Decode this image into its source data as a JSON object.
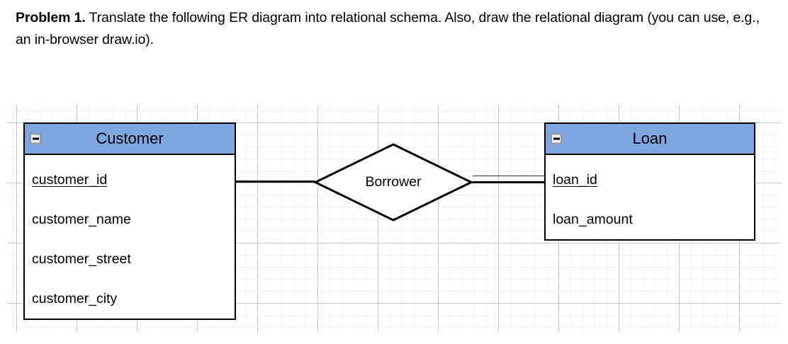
{
  "problem": {
    "label": "Problem 1.",
    "text": " Translate the following ER diagram into relational schema. Also, draw the relational diagram (you can use, e.g., an in-browser draw.io)."
  },
  "colors": {
    "entity_header_blue": "#7EA6E0",
    "border_black": "#000000",
    "grid_minor": "#f2f2f2",
    "grid_major": "#c8c8c8",
    "canvas_background": "#ffffff"
  },
  "diagram": {
    "type": "er-diagram",
    "entities": [
      {
        "name": "Customer",
        "collapse_icon": "minus-icon",
        "attributes": [
          {
            "name": "customer_id",
            "primary_key": true
          },
          {
            "name": "customer_name",
            "primary_key": false
          },
          {
            "name": "customer_street",
            "primary_key": false
          },
          {
            "name": "customer_city",
            "primary_key": false
          }
        ]
      },
      {
        "name": "Loan",
        "collapse_icon": "minus-icon",
        "attributes": [
          {
            "name": "loan_id",
            "primary_key": true
          },
          {
            "name": "loan_amount",
            "primary_key": false
          }
        ]
      }
    ],
    "relationships": [
      {
        "name": "Borrower",
        "shape": "diamond",
        "connections": [
          {
            "entity": "Customer",
            "line": "single",
            "participation": "partial"
          },
          {
            "entity": "Loan",
            "line": "double",
            "participation": "total"
          }
        ]
      }
    ]
  }
}
